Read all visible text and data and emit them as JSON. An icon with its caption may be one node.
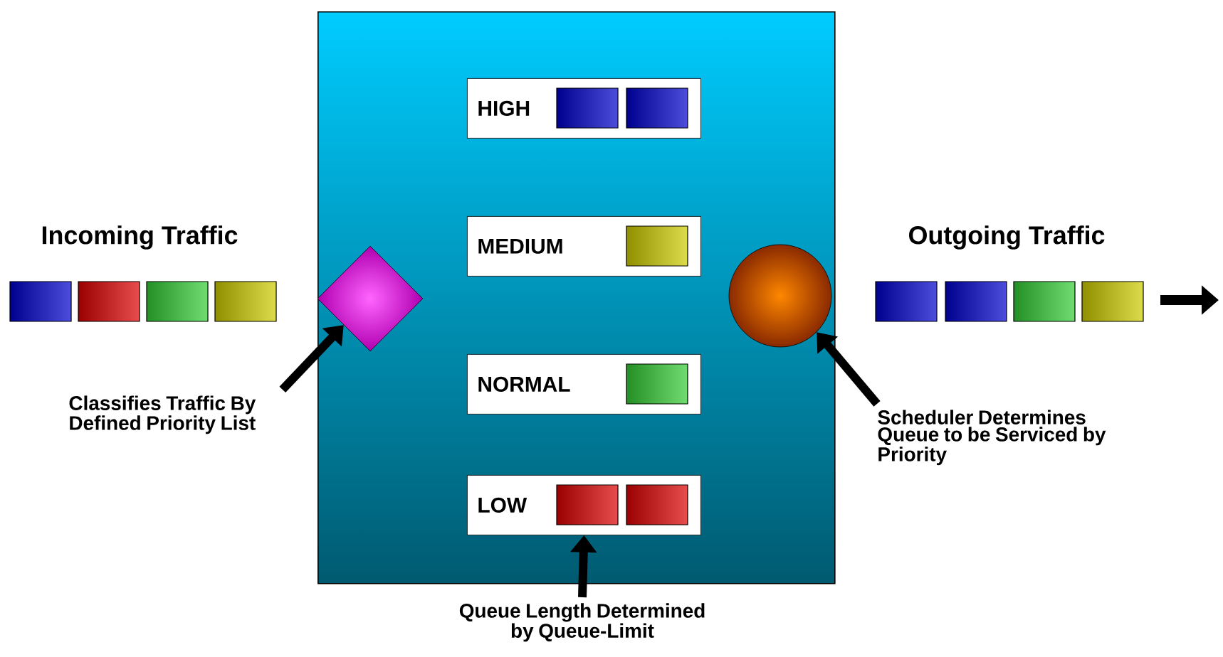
{
  "diagram": {
    "nodes": [
      {
        "text": [],
        "shape": "box"
      },
      {
        "text": [
          "HIGH"
        ],
        "in": 0
      },
      {
        "text": [
          "MEDIUM"
        ],
        "in": 0
      },
      {
        "text": [
          "NORMAL"
        ],
        "in": 0
      },
      {
        "text": [
          "LOW"
        ],
        "in": 0
      },
      {
        "text": [],
        "shape": "diamond",
        "in": 0
      },
      {
        "text": [],
        "shape": "circle",
        "in": 0
      },
      {
        "text": [
          "Classifies Traffic By Defined Priority List"
        ]
      },
      {
        "text": [
          "Scheduler Determines Queue to be Serviced by Priority"
        ]
      },
      {
        "text": [
          "Queue Length Determined by Queue-Limit"
        ]
      }
    ],
    "edges": [
      {
        "from": 7,
        "to": 5,
        "arrow": "to"
      },
      {
        "from": 8,
        "to": 6,
        "arrow": "to"
      },
      {
        "from": 9,
        "to": 4,
        "arrow": "to"
      }
    ],
    "labels": [
      "Incoming Traffic",
      "Outgoing Traffic"
    ]
  }
}
